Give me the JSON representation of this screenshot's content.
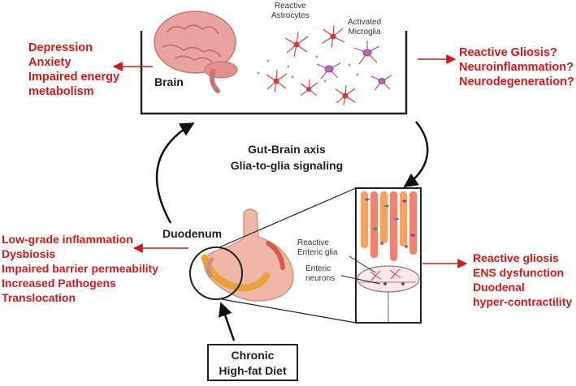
{
  "brain": {
    "label": "Brain",
    "astro_label": [
      "Reactive",
      "Astrocytes"
    ],
    "microglia_label": [
      "Activated",
      "Microglia"
    ]
  },
  "brain_effects_left": [
    "Depression",
    "Anxiety",
    "Impaired energy",
    "metabolism"
  ],
  "brain_effects_right": [
    "Reactive Gliosis?",
    "Neuroinflammation?",
    "Neurodegeneration?"
  ],
  "axis": [
    "Gut-Brain axis",
    "Glia-to-glia signaling"
  ],
  "duodenum": {
    "label": "Duodenum",
    "glia_label": [
      "Reactive",
      "Enteric glia"
    ],
    "neuron_label": [
      "Enteric",
      "neurons"
    ]
  },
  "gut_effects_left": [
    "Low-grade inflammation",
    "Dysbiosis",
    "Impaired barrier permeability",
    "Increased Pathogens",
    "Translocation"
  ],
  "gut_effects_right": [
    "Reactive gliosis",
    "ENS dysfunction",
    "Duodenal",
    "hyper-contractility"
  ],
  "diet": [
    "Chronic",
    "High-fat Diet"
  ],
  "colors": {
    "accent": "#d7191c",
    "ink": "#222222",
    "astrocyte": "#d73a3a",
    "microglia": "#9b4a9b"
  }
}
